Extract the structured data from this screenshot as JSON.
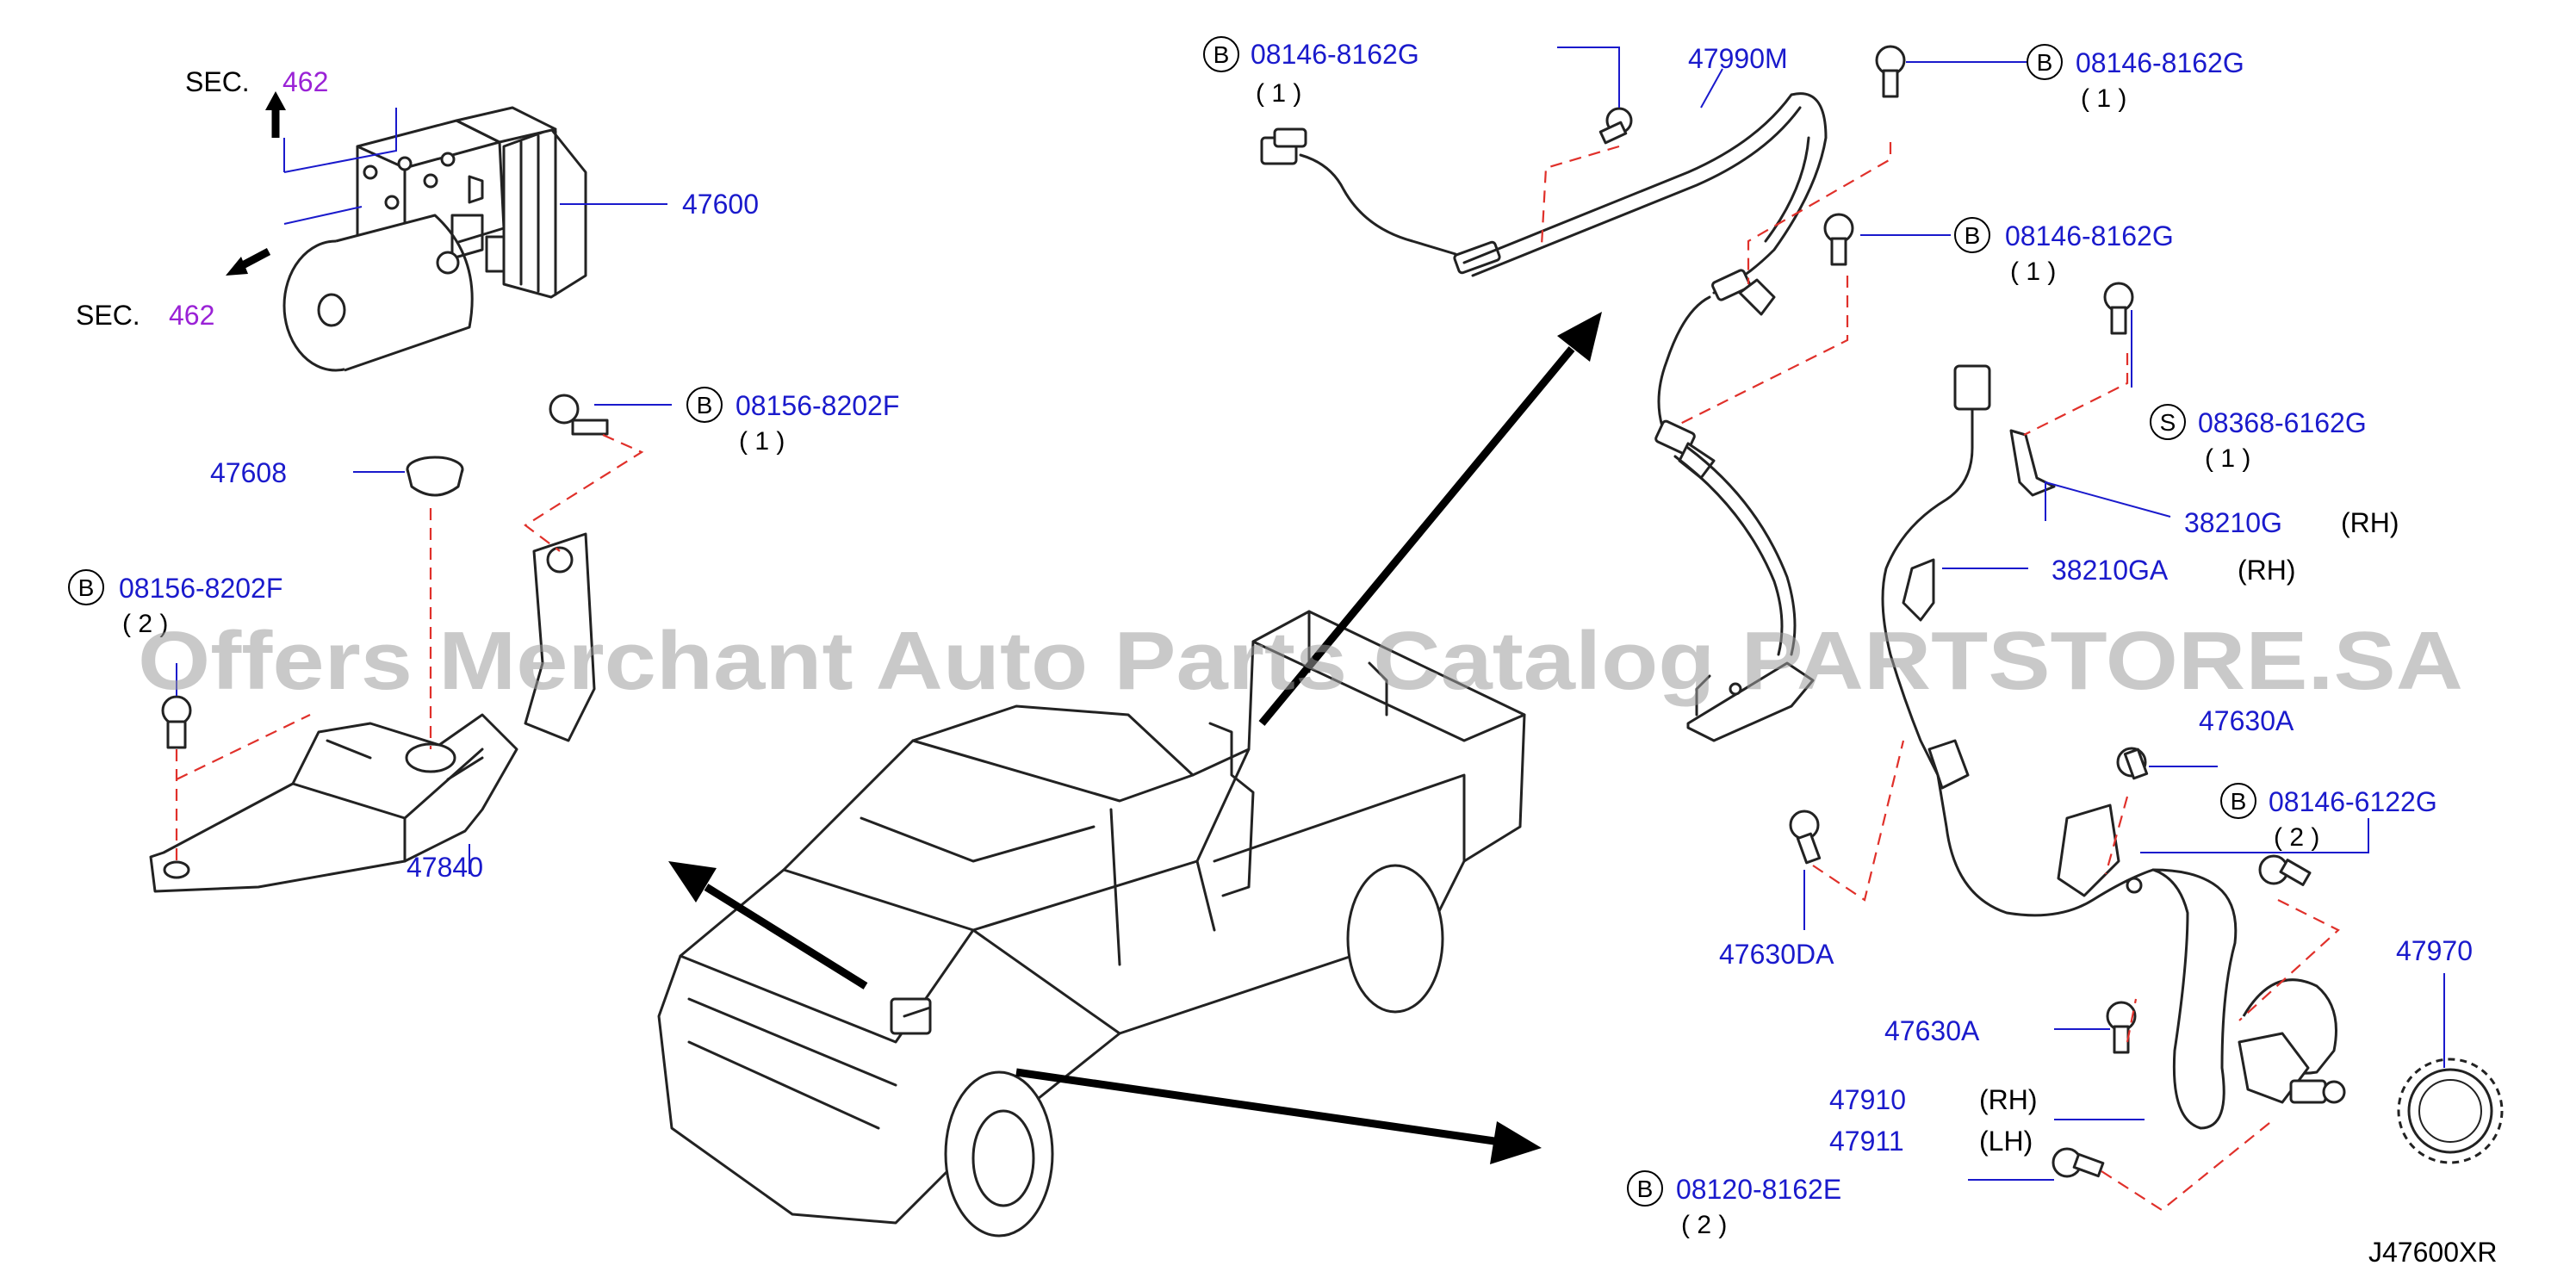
{
  "watermark": "Offers Merchant Auto Parts Catalog PARTSTORE.SA",
  "diagram_ref": "J47600XR",
  "section_refs": [
    {
      "prefix": "SEC.",
      "number": "462"
    },
    {
      "prefix": "SEC.",
      "number": "462"
    }
  ],
  "callouts": [
    {
      "symbol": "B",
      "part": "08146-8162G",
      "qty": "( 1 )"
    },
    {
      "part": "47990M"
    },
    {
      "symbol": "B",
      "part": "08146-8162G",
      "qty": "( 1 )"
    },
    {
      "part": "47600"
    },
    {
      "symbol": "B",
      "part": "08146-8162G",
      "qty": "( 1 )"
    },
    {
      "symbol": "B",
      "part": "08156-8202F",
      "qty": "( 1 )"
    },
    {
      "symbol": "S",
      "part": "08368-6162G",
      "qty": "( 1 )"
    },
    {
      "part": "47608"
    },
    {
      "part": "38210G",
      "side": "(RH)"
    },
    {
      "symbol": "B",
      "part": "08156-8202F",
      "qty": "( 2 )"
    },
    {
      "part": "38210GA",
      "side": "(RH)"
    },
    {
      "part": "47630A"
    },
    {
      "symbol": "B",
      "part": "08146-6122G",
      "qty": "( 2 )"
    },
    {
      "part": "47840"
    },
    {
      "part": "47970"
    },
    {
      "part": "47630DA"
    },
    {
      "part": "47630A"
    },
    {
      "part": "47910",
      "side": "(RH)"
    },
    {
      "part": "47911",
      "side": "(LH)"
    },
    {
      "symbol": "B",
      "part": "08120-8162E",
      "qty": "( 2 )"
    }
  ],
  "colors": {
    "part_number": "#1a1acc",
    "section_number": "#9a22d6",
    "dashed_line": "#e0302a",
    "watermark": "#9c9c9c"
  }
}
